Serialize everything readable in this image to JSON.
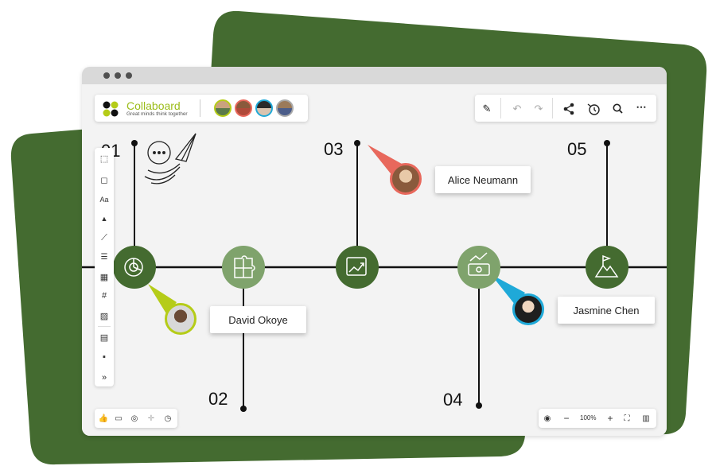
{
  "brand": {
    "title": "Collaboard",
    "tagline": "Great minds think together"
  },
  "colors": {
    "dark_green": "#446b30",
    "medium_green": "#4a7a3b",
    "light_green": "#7fa36c",
    "lime": "#b5cc18",
    "coral": "#e8685c",
    "cyan": "#1fa9d8"
  },
  "collaborators": [
    "person-1",
    "person-2",
    "person-3",
    "person-4"
  ],
  "top_toolbar": {
    "icons": [
      "magic-wand-icon",
      "undo-icon",
      "redo-icon",
      "share-icon",
      "timer-icon",
      "search-icon",
      "more-icon"
    ]
  },
  "left_toolbar": {
    "text_tool_label": "Aa",
    "expand_label": "»",
    "icons": [
      "select-icon",
      "sticky-note-icon",
      "text-icon",
      "shapes-icon",
      "connector-icon",
      "list-icon",
      "table-icon",
      "frame-icon",
      "image-icon",
      "template-icon",
      "comment-icon",
      "expand-icon"
    ]
  },
  "timeline": {
    "milestones": [
      {
        "number": "01",
        "icon": "pie-chart-icon",
        "tone": "dark"
      },
      {
        "number": "02",
        "icon": "puzzle-icon",
        "tone": "light"
      },
      {
        "number": "03",
        "icon": "growth-chart-icon",
        "tone": "dark"
      },
      {
        "number": "04",
        "icon": "money-growth-icon",
        "tone": "light"
      },
      {
        "number": "05",
        "icon": "mountain-flag-icon",
        "tone": "dark"
      }
    ]
  },
  "users": {
    "alice": "Alice Neumann",
    "david": "David Okoye",
    "jasmine": "Jasmine Chen"
  },
  "bottom_left_toolbar": {
    "icons": [
      "thumbs-up-icon",
      "presentation-icon",
      "focus-icon",
      "move-icon",
      "stopwatch-icon"
    ]
  },
  "zoom": {
    "level": "100%",
    "minus": "−",
    "plus": "+"
  }
}
